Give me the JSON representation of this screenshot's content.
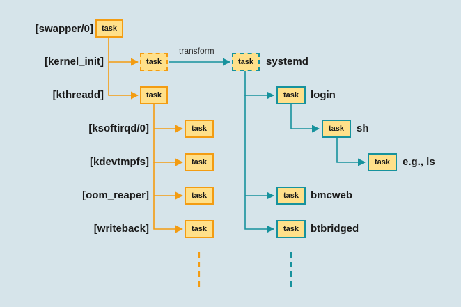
{
  "colors": {
    "background": "#d6e4ea",
    "kernel_thread": "#f39c12",
    "user_process": "#17929d",
    "box_fill": "#ffe08a"
  },
  "diagram": {
    "node_label": "task",
    "edge_label": "transform",
    "kernel_threads": [
      "[swapper/0]",
      "[kernel_init]",
      "[kthreadd]",
      "[ksoftirqd/0]",
      "[kdevtmpfs]",
      "[oom_reaper]",
      "[writeback]"
    ],
    "user_processes": [
      "systemd",
      "login",
      "sh",
      "e.g., ls",
      "bmcweb",
      "btbridged"
    ]
  }
}
